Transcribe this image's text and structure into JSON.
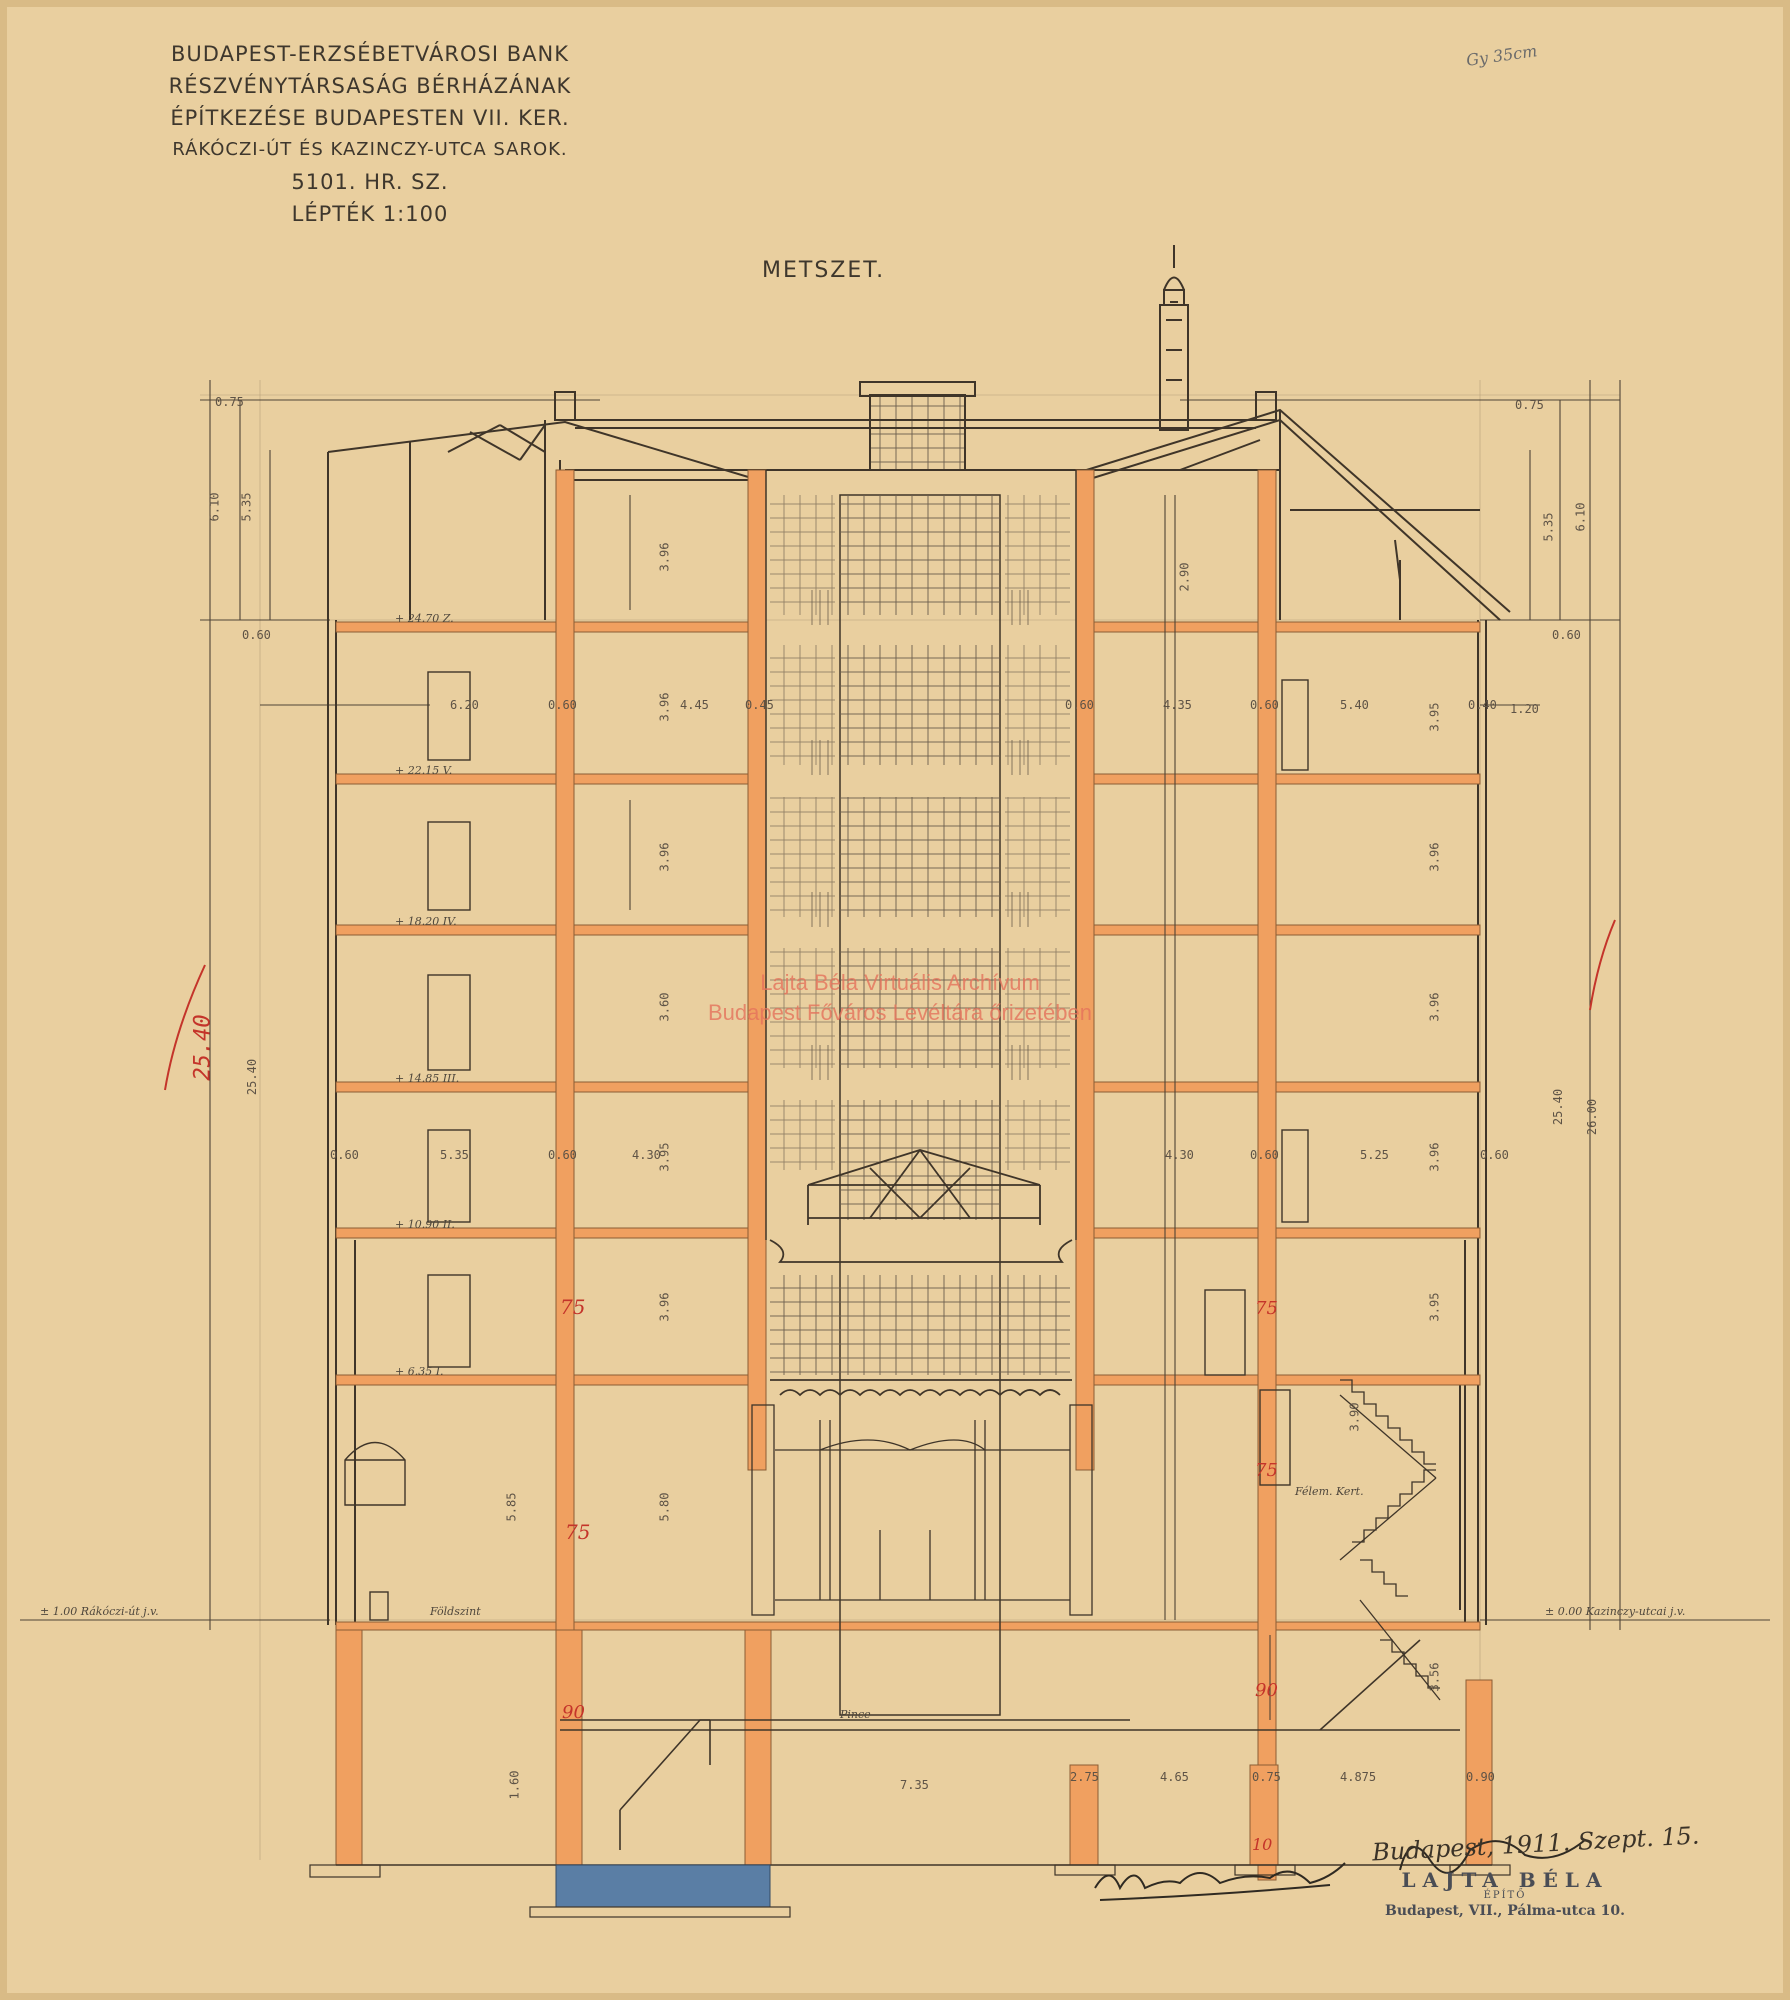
{
  "title_block": {
    "line1": "BUDAPEST-ERZSÉBETVÁROSI BANK",
    "line2": "RÉSZVÉNYTÁRSASÁG BÉRHÁZÁNAK",
    "line3": "ÉPÍTKEZÉSE BUDAPESTEN VII. KER.",
    "line4": "RÁKÓCZI-ÚT ÉS KAZINCZY-UTCA SAROK.",
    "line5": "5101. HR. SZ.",
    "line6": "LÉPTÉK 1:100"
  },
  "section_title": "METSZET.",
  "archive_note": "Gy 35cm",
  "watermark": {
    "line1": "Lajta Béla Virtuális Archívum",
    "line2": "Budapest Főváros Levéltára őrizetében"
  },
  "stamp": {
    "name": "LAJTA BÉLA",
    "role": "ÉPÍTŐ",
    "address": "Budapest, VII., Pálma-utca 10."
  },
  "place_date": "Budapest, 1911. Szept. 15.",
  "dimensions": {
    "top_left": "0.75",
    "top_right": "0.75",
    "roof_left_outer": "6.10",
    "roof_left_inner": "5.35",
    "roof_right_inner": "5.35",
    "roof_right_outer": "6.10",
    "cornice_left": "0.60",
    "cornice_right": "0.60",
    "total_left": "25.40",
    "total_right": "25.40",
    "total_far_right": "26.00",
    "height_red_left": "25.40",
    "floor_396": "3.96",
    "floor_395": "3.95",
    "floor_390": "3.90",
    "floor_360": "3.60",
    "floor_585": "5.85",
    "floor_580": "5.80",
    "floor_356": "3.56",
    "floor_290": "2.90",
    "width_620": "6.20",
    "width_445": "4.45",
    "width_435": "4.35",
    "width_540": "5.40",
    "width_535": "5.35",
    "width_430": "4.30",
    "width_525": "5.25",
    "wall_060": "0.60",
    "wall_045": "0.45",
    "wall_040": "0.40",
    "wall_120": "1.20",
    "base_735": "7.35",
    "base_275": "2.75",
    "base_465": "4.65",
    "base_075": "0.75",
    "base_4875": "4.875",
    "base_090": "0.90",
    "base_160": "1.60"
  },
  "levels": {
    "attic": "+ 24.70 Z.",
    "fifth": "+ 22.15 V.",
    "fourth": "+ 18.20 IV.",
    "third": "+ 14.85 III.",
    "second": "+ 10.90 II.",
    "first": "+ 6.35 I.",
    "ground": "Földszint",
    "street_left": "± 1.00 Rákóczi-út j.v.",
    "street_right": "± 0.00 Kazinczy-utcai j.v.",
    "basement": "Pince",
    "mezz": "Félem. Kert."
  },
  "red_marks": {
    "m75": "75",
    "m75b": "75",
    "m75c": "75",
    "m75d": "75",
    "m90": "90",
    "m90b": "90",
    "m10": "10"
  },
  "colors": {
    "paper": "#e9cf9f",
    "ink": "#3b3328",
    "concrete": "#f0a060",
    "foundation_blue": "#5a7ea5",
    "red_pencil": "#c4342a"
  }
}
